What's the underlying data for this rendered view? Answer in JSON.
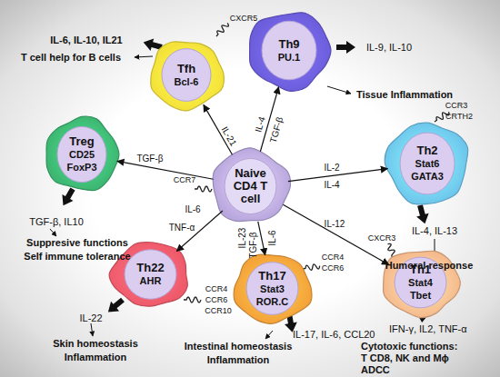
{
  "diagram": {
    "nodes": [
      {
        "text": [
          "Tfh",
          "Bcl-6"
        ]
      },
      {
        "text": [
          "Th9",
          "PU.1"
        ]
      },
      {
        "text": [
          "Treg",
          "CD25",
          "FoxP3"
        ]
      },
      {
        "text": [
          "Naive CD4 T cell"
        ]
      },
      {
        "text": [
          "Th2",
          "Stat6",
          "GATA3"
        ]
      },
      {
        "text": [
          "Th22",
          "AHR"
        ]
      },
      {
        "text": [
          "Th17",
          "Stat3",
          "ROR.C"
        ]
      },
      {
        "text": [
          "Th1",
          "Stat4",
          "Tbet"
        ]
      }
    ],
    "edges": [
      {
        "from": 3,
        "to": 0,
        "arrow": "to",
        "label": "IL-21"
      },
      {
        "from": 3,
        "to": 1,
        "arrow": "to",
        "label": "IL-4"
      },
      {
        "from": 3,
        "to": 2,
        "arrow": "to",
        "label": "TGF-β"
      },
      {
        "from": 3,
        "to": 4,
        "arrow": "to",
        "label": "IL-2"
      },
      {
        "from": 3,
        "to": 7,
        "arrow": "to",
        "label": "IL-12"
      },
      {
        "from": 3,
        "to": 6,
        "arrow": "to",
        "label": "IL-23"
      },
      {
        "from": 3,
        "to": 5,
        "arrow": "to",
        "label": "IL-6"
      }
    ],
    "labels": [
      "IL-6, IL-10, IL21",
      "T cell help for B cells",
      "CXCR5",
      "IL-9, IL-10",
      "Tissue Inflammation",
      "TGF-β",
      "TGF-β, IL10",
      "Suppresive functions",
      "Self immune tolerance",
      "CCR7",
      "CCR3",
      "CRTH2",
      "IL-4",
      "IL-4, IL-13",
      "Humoral response",
      "CXCR3",
      "TGF-β",
      "IL-6",
      "CCR4",
      "CCR6",
      "TNF-α",
      "CCR4",
      "CCR6",
      "CCR10",
      "IL-22",
      "Skin homeostasis",
      "Inflammation",
      "IL-17, IL-6, CCL20",
      "Intestinal homeostasis",
      "Inflammation",
      "IFN-γ, IL2, TNF-α",
      "Cytotoxic functions:",
      "T CD8, NK and Mϕ",
      "ADCC"
    ]
  }
}
